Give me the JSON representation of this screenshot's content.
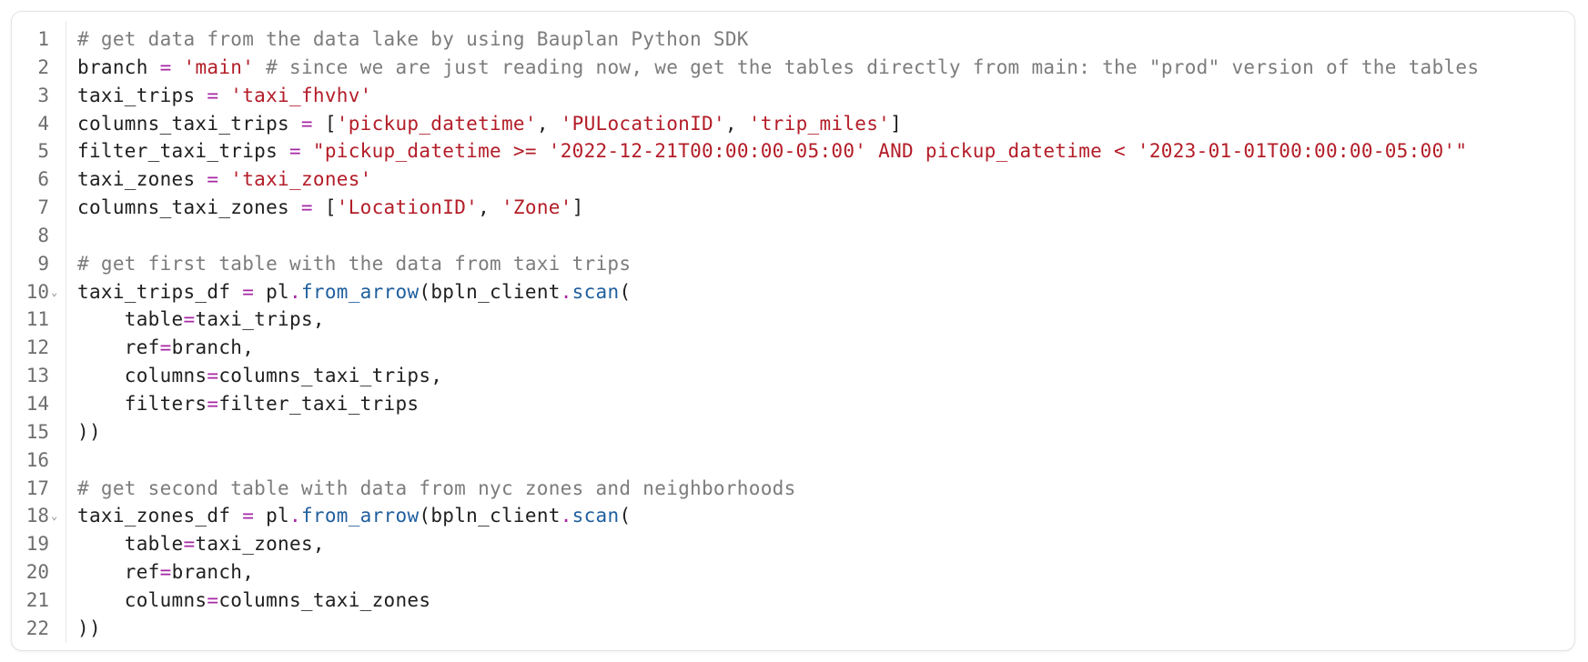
{
  "editor": {
    "fold_glyph": "⌄",
    "foldable_lines": [
      10,
      18
    ],
    "colors": {
      "comment": "#7c7c7c",
      "string": "#b31d28",
      "operator": "#a626a4",
      "function": "#1f5f9e",
      "text": "#1f1f1f",
      "line_number": "#6e6e6e"
    },
    "lines": [
      [
        {
          "t": "cm",
          "v": "# get data from the data lake by using Bauplan Python SDK"
        }
      ],
      [
        {
          "t": "id",
          "v": "branch "
        },
        {
          "t": "op",
          "v": "="
        },
        {
          "t": "id",
          "v": " "
        },
        {
          "t": "str",
          "v": "'main'"
        },
        {
          "t": "id",
          "v": " "
        },
        {
          "t": "cm",
          "v": "# since we are just reading now, we get the tables directly from main: the \"prod\" version of the tables"
        }
      ],
      [
        {
          "t": "id",
          "v": "taxi_trips "
        },
        {
          "t": "op",
          "v": "="
        },
        {
          "t": "id",
          "v": " "
        },
        {
          "t": "str",
          "v": "'taxi_fhvhv'"
        }
      ],
      [
        {
          "t": "id",
          "v": "columns_taxi_trips "
        },
        {
          "t": "op",
          "v": "="
        },
        {
          "t": "id",
          "v": " ["
        },
        {
          "t": "str",
          "v": "'pickup_datetime'"
        },
        {
          "t": "id",
          "v": ", "
        },
        {
          "t": "str",
          "v": "'PULocationID'"
        },
        {
          "t": "id",
          "v": ", "
        },
        {
          "t": "str",
          "v": "'trip_miles'"
        },
        {
          "t": "id",
          "v": "]"
        }
      ],
      [
        {
          "t": "id",
          "v": "filter_taxi_trips "
        },
        {
          "t": "op",
          "v": "="
        },
        {
          "t": "id",
          "v": " "
        },
        {
          "t": "str",
          "v": "\"pickup_datetime >= '2022-12-21T00:00:00-05:00' AND pickup_datetime < '2023-01-01T00:00:00-05:00'\""
        }
      ],
      [
        {
          "t": "id",
          "v": "taxi_zones "
        },
        {
          "t": "op",
          "v": "="
        },
        {
          "t": "id",
          "v": " "
        },
        {
          "t": "str",
          "v": "'taxi_zones'"
        }
      ],
      [
        {
          "t": "id",
          "v": "columns_taxi_zones "
        },
        {
          "t": "op",
          "v": "="
        },
        {
          "t": "id",
          "v": " ["
        },
        {
          "t": "str",
          "v": "'LocationID'"
        },
        {
          "t": "id",
          "v": ", "
        },
        {
          "t": "str",
          "v": "'Zone'"
        },
        {
          "t": "id",
          "v": "]"
        }
      ],
      [],
      [
        {
          "t": "cm",
          "v": "# get first table with the data from taxi trips"
        }
      ],
      [
        {
          "t": "id",
          "v": "taxi_trips_df "
        },
        {
          "t": "op",
          "v": "="
        },
        {
          "t": "id",
          "v": " pl"
        },
        {
          "t": "op",
          "v": "."
        },
        {
          "t": "fn",
          "v": "from_arrow"
        },
        {
          "t": "id",
          "v": "(bpln_client"
        },
        {
          "t": "op",
          "v": "."
        },
        {
          "t": "fn",
          "v": "scan"
        },
        {
          "t": "id",
          "v": "("
        }
      ],
      [
        {
          "t": "id",
          "v": "    table"
        },
        {
          "t": "op",
          "v": "="
        },
        {
          "t": "id",
          "v": "taxi_trips,"
        }
      ],
      [
        {
          "t": "id",
          "v": "    ref"
        },
        {
          "t": "op",
          "v": "="
        },
        {
          "t": "id",
          "v": "branch,"
        }
      ],
      [
        {
          "t": "id",
          "v": "    columns"
        },
        {
          "t": "op",
          "v": "="
        },
        {
          "t": "id",
          "v": "columns_taxi_trips,"
        }
      ],
      [
        {
          "t": "id",
          "v": "    filters"
        },
        {
          "t": "op",
          "v": "="
        },
        {
          "t": "id",
          "v": "filter_taxi_trips"
        }
      ],
      [
        {
          "t": "id",
          "v": "))"
        }
      ],
      [],
      [
        {
          "t": "cm",
          "v": "# get second table with data from nyc zones and neighborhoods"
        }
      ],
      [
        {
          "t": "id",
          "v": "taxi_zones_df "
        },
        {
          "t": "op",
          "v": "="
        },
        {
          "t": "id",
          "v": " pl"
        },
        {
          "t": "op",
          "v": "."
        },
        {
          "t": "fn",
          "v": "from_arrow"
        },
        {
          "t": "id",
          "v": "(bpln_client"
        },
        {
          "t": "op",
          "v": "."
        },
        {
          "t": "fn",
          "v": "scan"
        },
        {
          "t": "id",
          "v": "("
        }
      ],
      [
        {
          "t": "id",
          "v": "    table"
        },
        {
          "t": "op",
          "v": "="
        },
        {
          "t": "id",
          "v": "taxi_zones,"
        }
      ],
      [
        {
          "t": "id",
          "v": "    ref"
        },
        {
          "t": "op",
          "v": "="
        },
        {
          "t": "id",
          "v": "branch,"
        }
      ],
      [
        {
          "t": "id",
          "v": "    columns"
        },
        {
          "t": "op",
          "v": "="
        },
        {
          "t": "id",
          "v": "columns_taxi_zones"
        }
      ],
      [
        {
          "t": "id",
          "v": "))"
        }
      ]
    ]
  }
}
